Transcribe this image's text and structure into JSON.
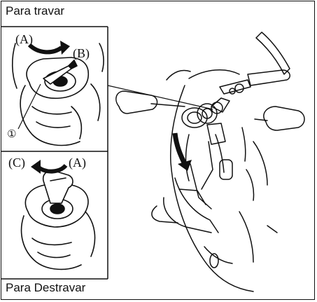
{
  "captions": {
    "top": "Para travar",
    "bottom": "Para Destravar"
  },
  "panel_top": {
    "label_a": "(A)",
    "label_b": "(B)",
    "callout": "①"
  },
  "panel_bottom": {
    "label_c": "(C)",
    "label_a": "(A)"
  },
  "colors": {
    "line": "#111111",
    "background": "#ffffff"
  },
  "icons": {
    "rotate_clockwise": "curved-arrow-right-icon",
    "rotate_counterclockwise": "curved-arrow-left-icon",
    "steer_down": "curved-arrow-down-icon"
  }
}
